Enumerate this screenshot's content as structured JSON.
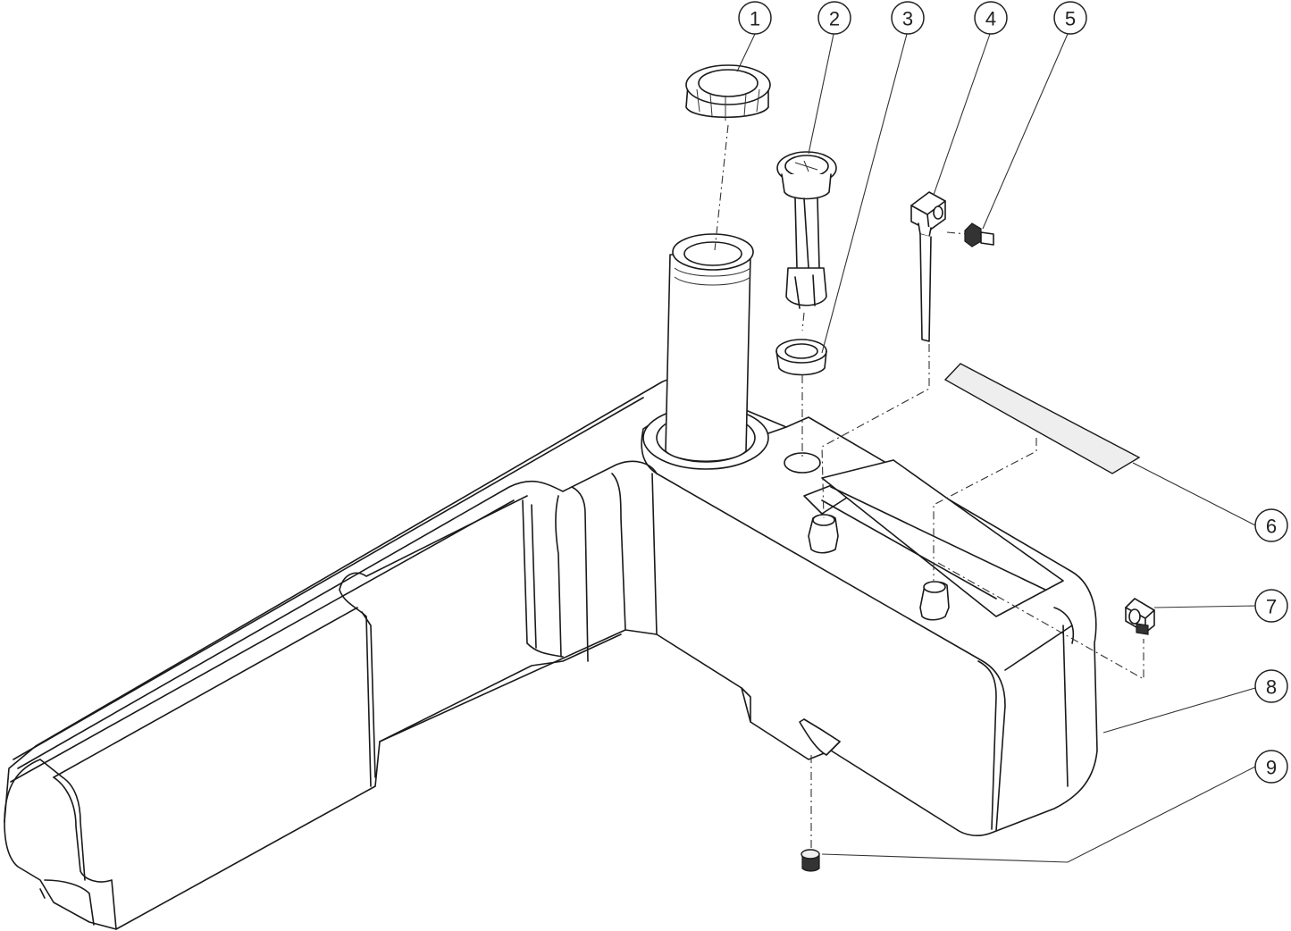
{
  "callouts": [
    {
      "number": "1",
      "part": "filler-cap"
    },
    {
      "number": "2",
      "part": "level-gauge"
    },
    {
      "number": "3",
      "part": "grommet"
    },
    {
      "number": "4",
      "part": "pickup-tube-elbow"
    },
    {
      "number": "5",
      "part": "fitting"
    },
    {
      "number": "6",
      "part": "label"
    },
    {
      "number": "7",
      "part": "elbow-fitting"
    },
    {
      "number": "8",
      "part": "tank-body"
    },
    {
      "number": "9",
      "part": "drain-plug"
    }
  ],
  "colors": {
    "line": "#1a1a1a",
    "background": "#ffffff",
    "fill": "#eeeeee"
  }
}
